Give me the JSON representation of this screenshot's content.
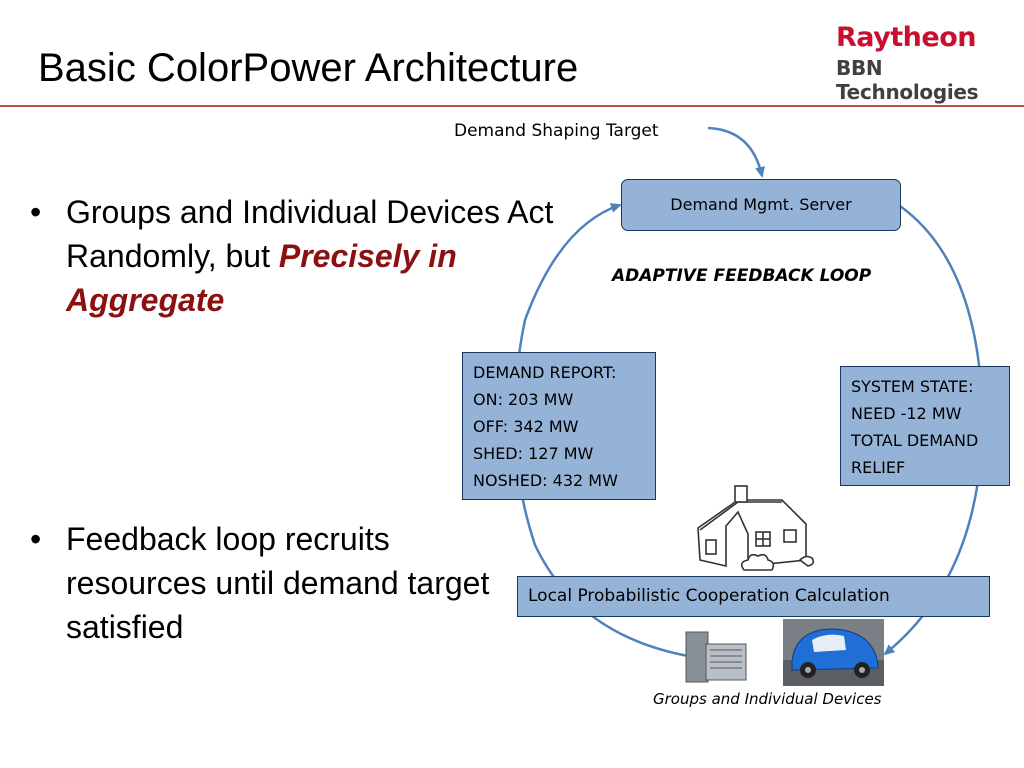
{
  "slide": {
    "title": "Basic ColorPower Architecture",
    "logo": {
      "line1": "Raytheon",
      "line2": "BBN Technologies"
    }
  },
  "bullets": [
    {
      "plain": "Groups and Individual Devices Act Randomly, but",
      "emphasis": "Precisely in Aggregate"
    },
    {
      "plain": "Feedback loop recruits resources until demand target satisfied"
    }
  ],
  "diagram": {
    "demand_target_label": "Demand Shaping Target",
    "server_label": "Demand Mgmt. Server",
    "loop_label": "ADAPTIVE FEEDBACK LOOP",
    "demand_report": [
      "DEMAND REPORT:",
      "ON: 203 MW",
      "OFF: 342 MW",
      "SHED: 127 MW",
      "NOSHED: 432 MW"
    ],
    "system_state": [
      "SYSTEM STATE:",
      "NEED -12 MW",
      "TOTAL DEMAND",
      "RELIEF"
    ],
    "local_calc_label": "Local Probabilistic Cooperation Calculation",
    "devices_caption": "Groups and Individual Devices",
    "colors": {
      "box_fill": "#95b3d7",
      "box_border": "#17375e",
      "arrow": "#4f81bd",
      "title_rule": "#c0504d",
      "emphasis": "#8b1010",
      "logo_red": "#c8102e"
    }
  }
}
